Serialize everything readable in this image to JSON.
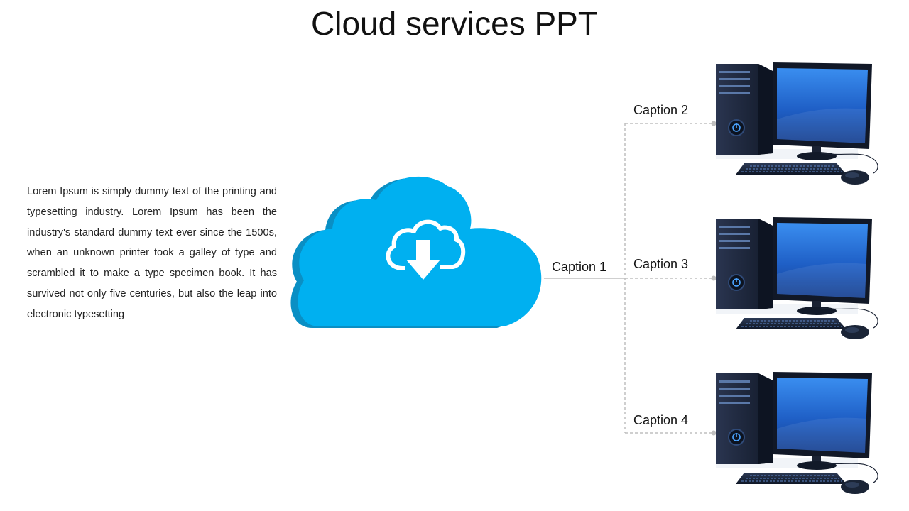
{
  "slide": {
    "title": "Cloud services PPT",
    "body_text": "Lorem Ipsum is simply dummy text of the printing and typesetting industry. Lorem Ipsum has been the industry's standard dummy text ever since the 1500s, when an unknown printer took a galley of type and scrambled it to make a type specimen book. It has survived not only five centuries, but also the leap into electronic typesetting"
  },
  "diagram": {
    "hub_caption": "Caption 1",
    "hub_icon": "cloud-download-icon",
    "nodes": [
      {
        "caption": "Caption 2",
        "icon": "desktop-computer-icon"
      },
      {
        "caption": "Caption 3",
        "icon": "desktop-computer-icon"
      },
      {
        "caption": "Caption 4",
        "icon": "desktop-computer-icon"
      }
    ]
  },
  "colors": {
    "cloud": "#00b0f0",
    "cloud_shadow": "#0a8fc4",
    "connector": "#bfbfbf",
    "screen": "#1f5fc6",
    "tower": "#1a2436"
  }
}
